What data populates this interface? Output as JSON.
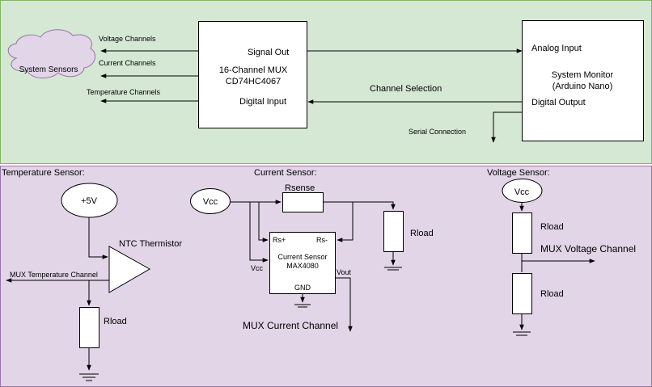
{
  "colors": {
    "top_panel_fill": "#d5e8d4",
    "top_panel_stroke": "#82b366",
    "bottom_panel_fill": "#e1d5e7",
    "bottom_panel_stroke": "#9673a6",
    "cloud_fill": "#e1d5e7",
    "cloud_stroke": "#9673a6",
    "line": "#000000",
    "block_fill": "#ffffff"
  },
  "top": {
    "cloud_label": "System Sensors",
    "voltage_channels": "Voltage Channels",
    "current_channels": "Current Channels",
    "temperature_channels": "Temperature Channels",
    "mux": {
      "signal_out": "Signal Out",
      "name_line1": "16-Channel MUX",
      "name_line2": "CD74HC4067",
      "digital_input": "Digital Input"
    },
    "monitor": {
      "analog_input": "Analog Input",
      "name_line1": "System Monitor",
      "name_line2": "(Arduino Nano)",
      "digital_output": "Digital Output"
    },
    "channel_selection": "Channel Selection",
    "serial_connection": "Serial Connection"
  },
  "temperature_sensor": {
    "title": "Temperature Sensor:",
    "supply": "+5V",
    "thermistor": "NTC Thermistor",
    "mux_channel": "MUX Temperature Channel",
    "load": "Rload"
  },
  "current_sensor": {
    "title": "Current Sensor:",
    "vcc": "Vcc",
    "rsense": "Rsense",
    "rs_plus": "Rs+",
    "rs_minus": "Rs-",
    "chip_line1": "Current Sensor",
    "chip_line2": "MAX4080",
    "vcc_pin": "Vcc",
    "vout_pin": "Vout",
    "gnd_pin": "GND",
    "load": "Rload",
    "mux_channel": "MUX Current Channel"
  },
  "voltage_sensor": {
    "title": "Voltage Sensor:",
    "vcc": "Vcc",
    "load_top": "Rload",
    "mux_channel": "MUX Voltage Channel",
    "load_bottom": "Rload"
  }
}
